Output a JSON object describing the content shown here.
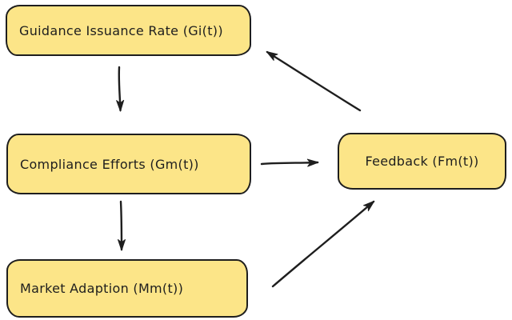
{
  "diagram": {
    "title": "guidance-feedback-loop",
    "colors": {
      "background": "#ffffff",
      "box-fill": "#fce588",
      "stroke": "#1e1e1e",
      "text": "#1e1e1e"
    },
    "nodes": [
      {
        "id": "guidance",
        "label": "Guidance Issuance Rate (Gi(t))"
      },
      {
        "id": "compliance",
        "label": "Compliance Efforts (Gm(t))"
      },
      {
        "id": "market",
        "label": "Market Adaption (Mm(t))"
      },
      {
        "id": "feedback",
        "label": "Feedback (Fm(t))"
      }
    ],
    "edges": [
      {
        "from": "guidance",
        "to": "compliance"
      },
      {
        "from": "compliance",
        "to": "market"
      },
      {
        "from": "compliance",
        "to": "feedback"
      },
      {
        "from": "market",
        "to": "feedback"
      },
      {
        "from": "feedback",
        "to": "guidance"
      }
    ]
  }
}
